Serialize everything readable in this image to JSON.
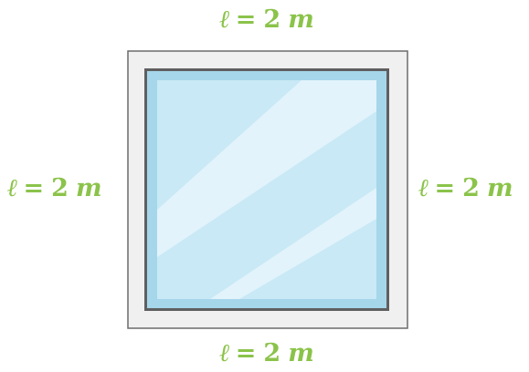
{
  "window": {
    "frame_color": "#f0f0f0",
    "frame_border_color": "#6b6b6b",
    "glass_color": "#b9e1ef",
    "glass_inner_color": "#c8e9f5",
    "glass_edge_color": "#a6d6ea",
    "reflection_color": "#e6f5fb"
  },
  "labels": {
    "top": {
      "symbol": "ℓ",
      "eq": "=",
      "value": "2",
      "unit": "m"
    },
    "bottom": {
      "symbol": "ℓ",
      "eq": "=",
      "value": "2",
      "unit": "m"
    },
    "left": {
      "symbol": "ℓ",
      "eq": "=",
      "value": "2",
      "unit": "m"
    },
    "right": {
      "symbol": "ℓ",
      "eq": "=",
      "value": "2",
      "unit": "m"
    }
  },
  "label_color": "#8bc34a"
}
